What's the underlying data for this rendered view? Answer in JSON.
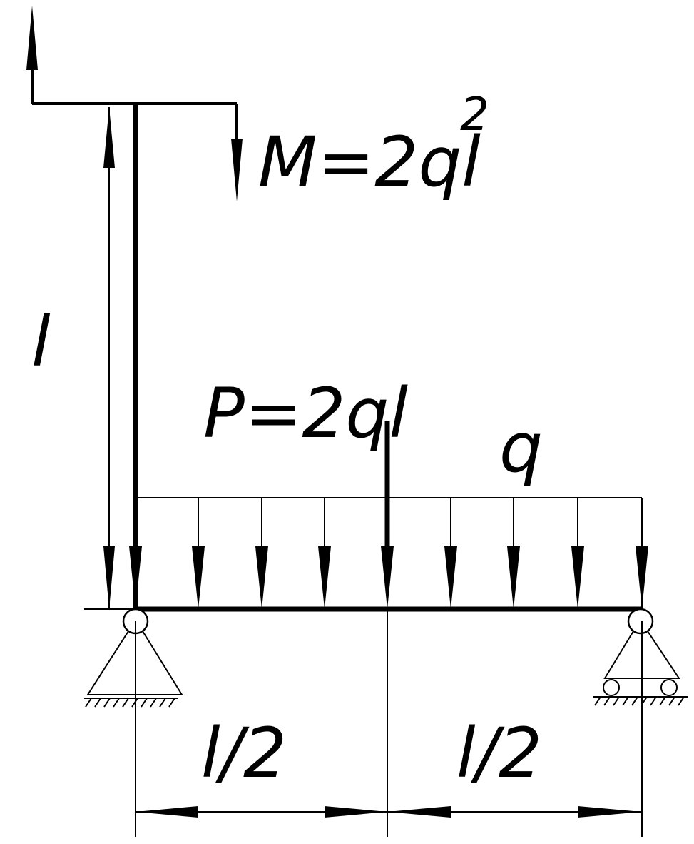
{
  "labels": {
    "moment_label": "M=2ql",
    "moment_exponent": "2",
    "force_label": "P=2ql",
    "load_label": "q",
    "height_label": "l",
    "left_span_label": "l/2",
    "right_span_label": "l/2"
  },
  "icons": {
    "pin_support": "pin-support-icon",
    "roller_support": "roller-support-icon"
  },
  "colors": {
    "ink": "#000000",
    "background": "#ffffff"
  }
}
